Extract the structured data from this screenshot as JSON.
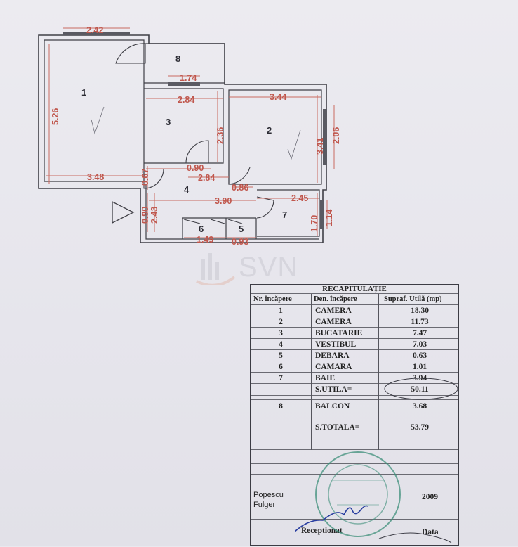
{
  "plan": {
    "rooms": [
      {
        "id": "1",
        "label": "1"
      },
      {
        "id": "2",
        "label": "2"
      },
      {
        "id": "3",
        "label": "3"
      },
      {
        "id": "4",
        "label": "4"
      },
      {
        "id": "5",
        "label": "5"
      },
      {
        "id": "6",
        "label": "6"
      },
      {
        "id": "7",
        "label": "7"
      },
      {
        "id": "8",
        "label": "8"
      }
    ],
    "dimensions": {
      "d242": "2.42",
      "d526": "5.26",
      "d348": "3.48",
      "d174": "1.74",
      "d284a": "2.84",
      "d236": "2.36",
      "d090a": "0.90",
      "d284b": "2.84",
      "d344": "3.44",
      "d341": "3.41",
      "d206": "2.06",
      "d086": "0.86",
      "d245": "2.45",
      "d170": "1.70",
      "d114": "1.14",
      "d390": "3.90",
      "d067": "0.67",
      "d090b": "0.90",
      "d243": "2.43",
      "d149": "1.49",
      "d093": "0.93"
    }
  },
  "watermark": {
    "text": "SVN"
  },
  "recap": {
    "title": "RECAPITULAȚIE",
    "headers": [
      "Nr. încăpere",
      "Den. încăpere",
      "Supraf. Utilă (mp)"
    ],
    "rows": [
      [
        "1",
        "CAMERA",
        "18.30"
      ],
      [
        "2",
        "CAMERA",
        "11.73"
      ],
      [
        "3",
        "BUCATARIE",
        "7.47"
      ],
      [
        "4",
        "VESTIBUL",
        "7.03"
      ],
      [
        "5",
        "DEBARA",
        "0.63"
      ],
      [
        "6",
        "CAMARA",
        "1.01"
      ],
      [
        "7",
        "BAIE",
        "3.94"
      ]
    ],
    "sutila_label": "S.UTILA=",
    "sutila_value": "50.11",
    "balcon": [
      "8",
      "BALCON",
      "3.68"
    ],
    "stotala_label": "S.TOTALA=",
    "stotala_value": "53.79",
    "author": "Popescu Fulger",
    "year": "2009",
    "received_label": "Receptionat",
    "date_label": "Data"
  },
  "colors": {
    "dimension": "#c0574d",
    "ink": "#2b2b33",
    "stamp": "#3e8f7a",
    "signature": "#2a3fa0"
  }
}
